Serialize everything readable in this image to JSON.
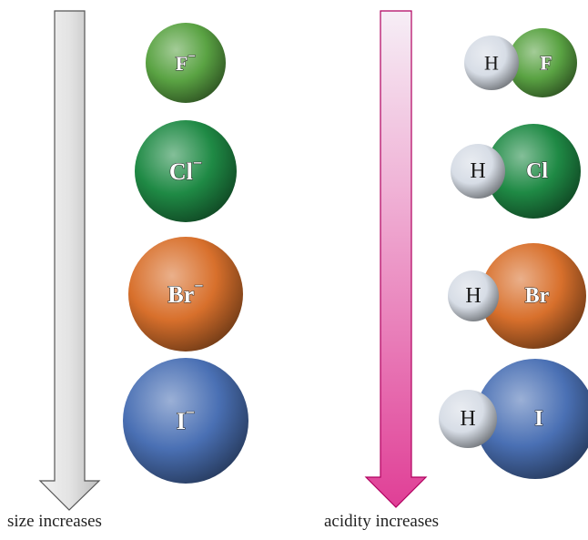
{
  "left_column": {
    "caption": "size increases",
    "arrow_color": "#d4d4d4",
    "ions": [
      {
        "base": "F",
        "charge": "−",
        "color": "#5aa343"
      },
      {
        "base": "Cl",
        "charge": "−",
        "color": "#1f8a45"
      },
      {
        "base": "Br",
        "charge": "−",
        "color": "#d8702c"
      },
      {
        "base": "I",
        "charge": "−",
        "color": "#4a70b4"
      }
    ]
  },
  "right_column": {
    "caption": "acidity increases",
    "arrow_color": "#e0469a",
    "hydrogen_symbol": "H",
    "hydrogen_color": "#d7dde6",
    "molecules": [
      {
        "halogen": "F",
        "color": "#5aa343"
      },
      {
        "halogen": "Cl",
        "color": "#1f8a45"
      },
      {
        "halogen": "Br",
        "color": "#d8702c"
      },
      {
        "halogen": "I",
        "color": "#4a70b4"
      }
    ]
  }
}
